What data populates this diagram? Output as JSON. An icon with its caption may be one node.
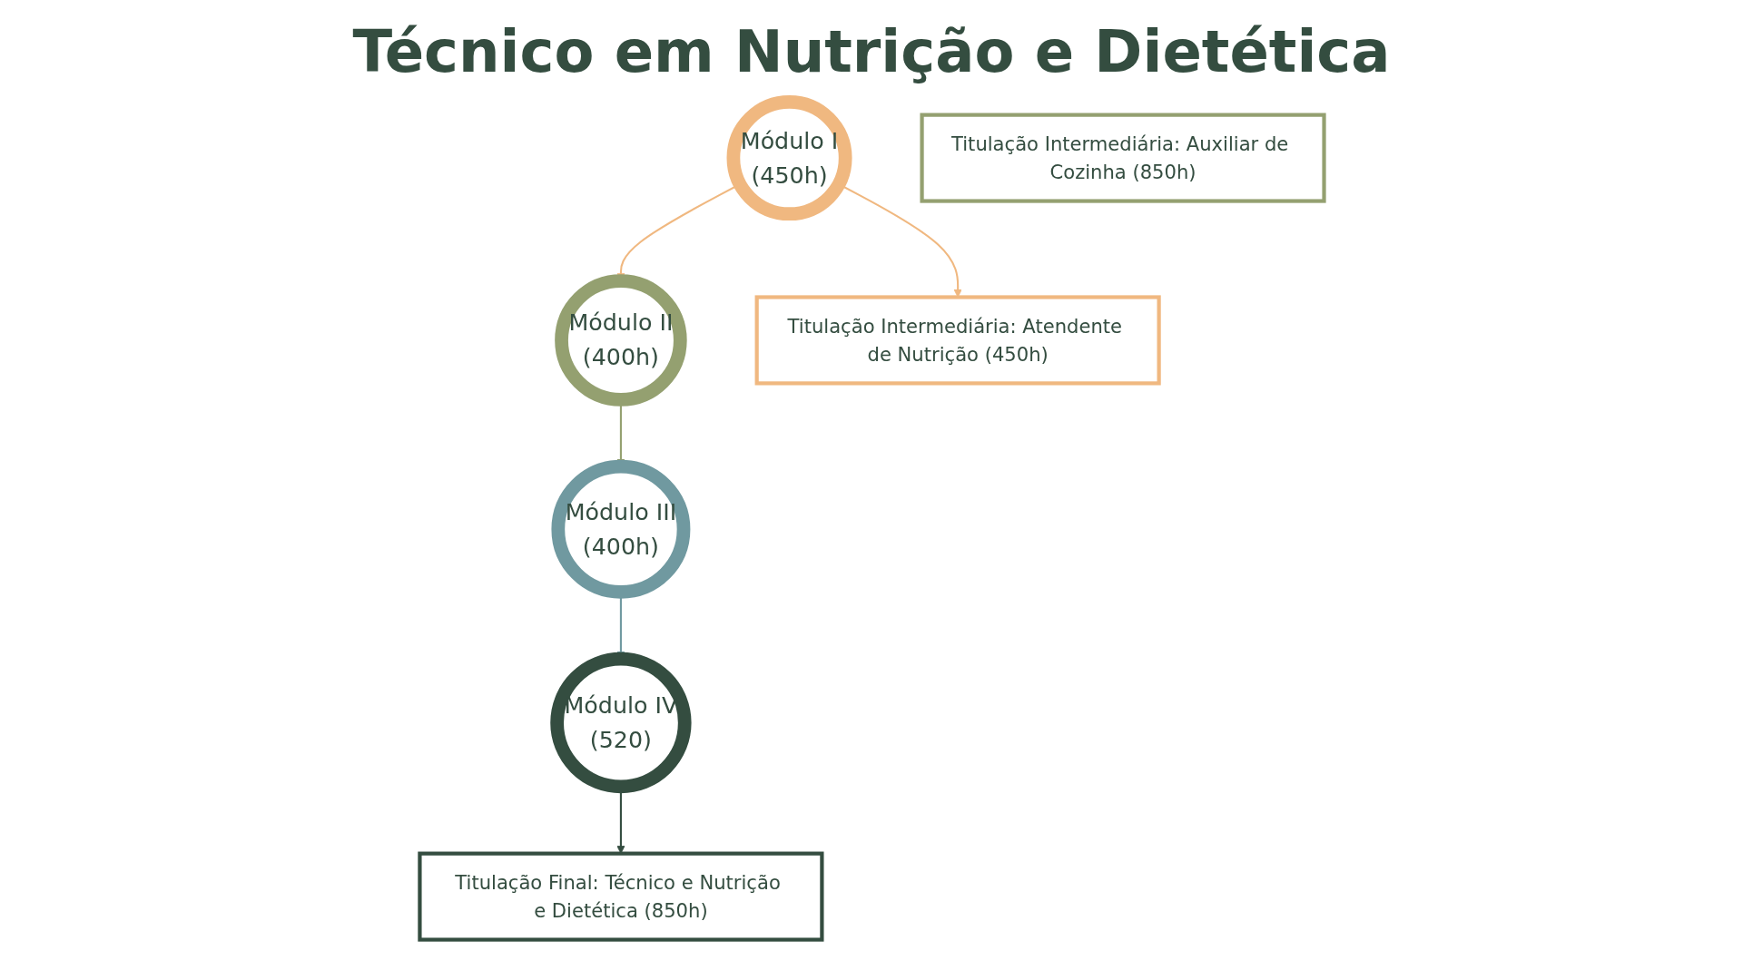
{
  "diagram": {
    "title": "Técnico em Nutrição e Dietética",
    "nodes": [
      {
        "text": [
          "Módulo I",
          "(450h)"
        ]
      },
      {
        "text": [
          "Módulo II",
          "(400h)"
        ]
      },
      {
        "text": [
          "Módulo III",
          "(400h)"
        ]
      },
      {
        "text": [
          "Módulo IV",
          "(520)"
        ]
      },
      {
        "text": [
          "Titulação Intermediária: Atendente de Nutrição (450h)"
        ]
      },
      {
        "text": [
          "Titulação Intermediária: Auxiliar de Cozinha (850h)"
        ]
      },
      {
        "text": [
          "Titulação Final: Técnico e Nutrição e Dietética (850h)"
        ]
      }
    ],
    "edges": [
      {
        "from": 0,
        "to": 1,
        "arrow": "to",
        "color": "#f0b880"
      },
      {
        "from": 0,
        "to": 4,
        "arrow": "to",
        "color": "#f0b880"
      },
      {
        "from": 1,
        "to": 2,
        "arrow": "to",
        "color": "#94a070"
      },
      {
        "from": 2,
        "to": 3,
        "arrow": "to",
        "color": "#7099a0"
      },
      {
        "from": 3,
        "to": 6,
        "arrow": "to",
        "color": "#344d40"
      }
    ]
  }
}
